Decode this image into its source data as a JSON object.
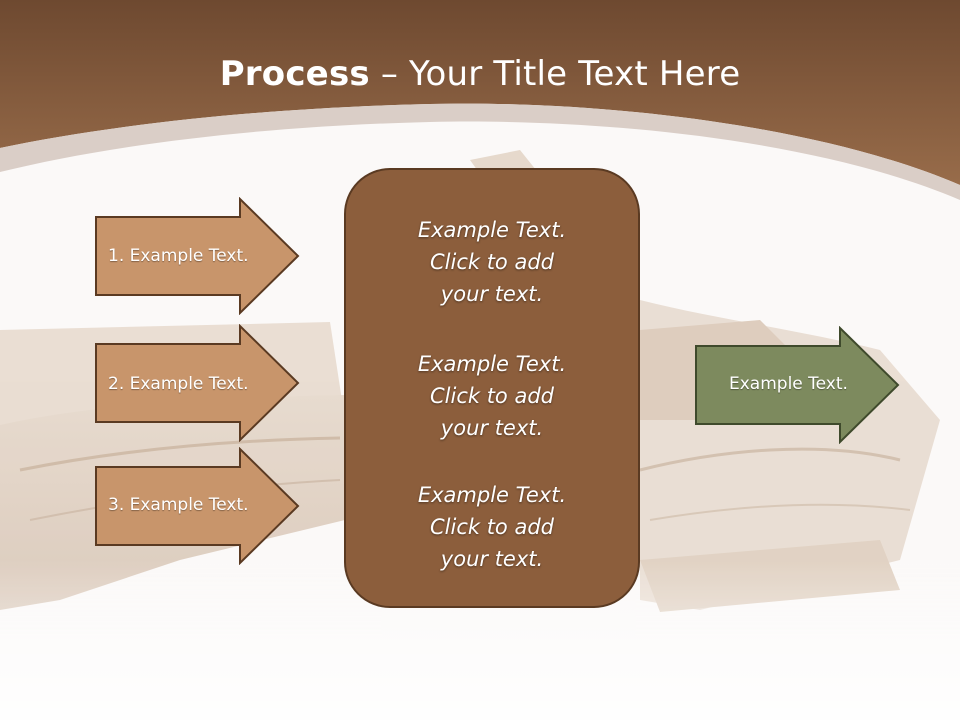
{
  "slide": {
    "title_bold": "Process",
    "title_rest": " – Your Title Text Here",
    "colors": {
      "header": "#8a5c3b",
      "left_arrow_fill": "#c8956b",
      "right_arrow_fill": "#7d8a5e",
      "center_box_fill": "#8c5e3c",
      "outline": "#5a3a22"
    },
    "input_steps": [
      {
        "label": "1. Example Text."
      },
      {
        "label": "2. Example Text."
      },
      {
        "label": "3. Example Text."
      }
    ],
    "center_blocks": [
      {
        "line1": "Example Text.",
        "line2": "Click  to add",
        "line3": "your text."
      },
      {
        "line1": "Example Text.",
        "line2": "Click  to add",
        "line3": "your text."
      },
      {
        "line1": "Example Text.",
        "line2": "Click  to add",
        "line3": "your text."
      }
    ],
    "output_step": {
      "label": "Example Text."
    }
  }
}
